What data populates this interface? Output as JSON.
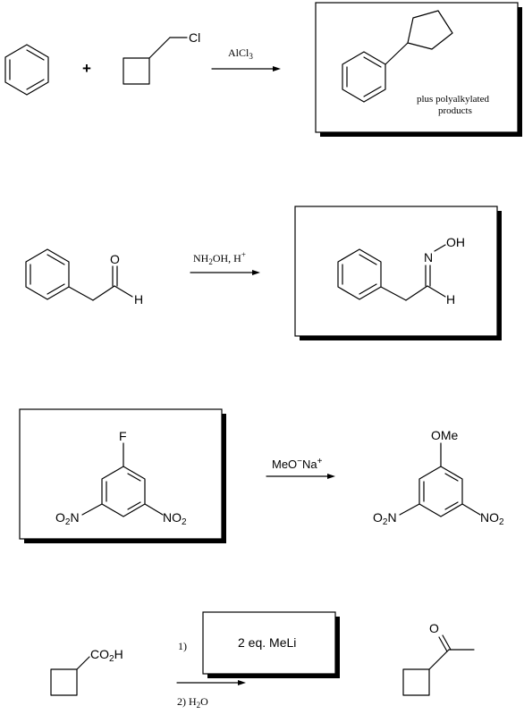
{
  "reaction1": {
    "plus": "+",
    "chloro": "Cl",
    "reagent_main": "AlCl",
    "reagent_sub": "3",
    "note_line1": "plus polyalkylated",
    "note_line2": "products"
  },
  "reaction2": {
    "carbonyl_o": "O",
    "aldehyde_h": "H",
    "reagent_a": "NH",
    "reagent_a_sub": "2",
    "reagent_b": "OH, H",
    "reagent_b_sup": "+",
    "oxime_n": "N",
    "oxime_oh": "OH",
    "oxime_h": "H"
  },
  "reaction3": {
    "fluoro": "F",
    "nitro_left_a": "O",
    "nitro_left_sub": "2",
    "nitro_left_b": "N",
    "nitro_right_a": "NO",
    "nitro_right_sub": "2",
    "reagent_a": "MeO",
    "reagent_a_sup": "−",
    "reagent_b": "Na",
    "reagent_b_sup": "+",
    "methoxy": "OMe"
  },
  "reaction4": {
    "acid_a": "CO",
    "acid_sub": "2",
    "acid_b": "H",
    "step1": "1)",
    "boxed_reagent": "2 eq. MeLi",
    "step2": "2)  H",
    "step2_sub": "2",
    "step2_b": "O",
    "ketone_o": "O"
  }
}
